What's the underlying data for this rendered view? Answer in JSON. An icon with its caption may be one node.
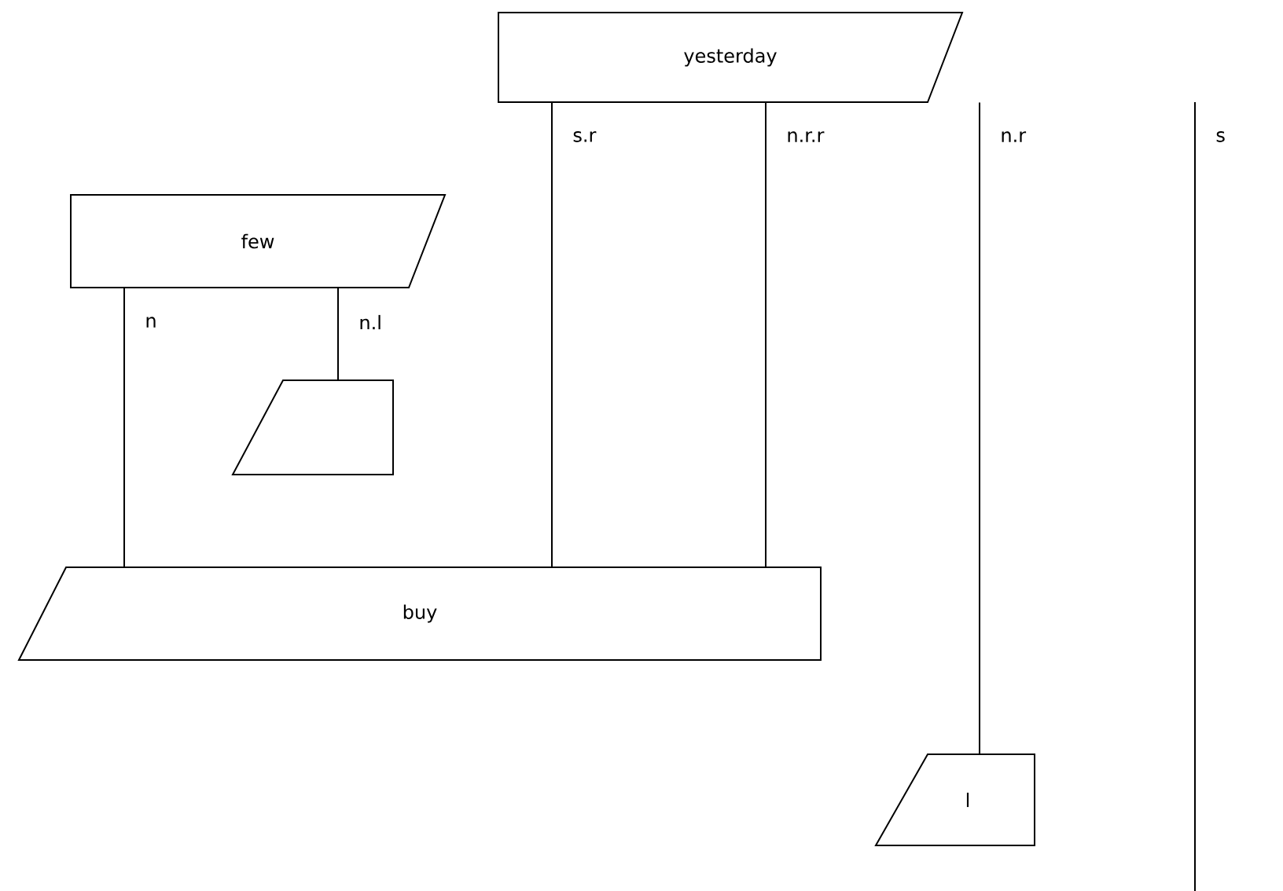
{
  "diagram": {
    "nodes": [
      {
        "text": [
          "yesterday"
        ]
      },
      {
        "text": [
          "few"
        ]
      },
      {
        "text": [],
        "shape": "box"
      },
      {
        "text": [
          "buy"
        ]
      },
      {
        "text": [
          "l"
        ]
      }
    ],
    "edges": [
      {
        "from": 0,
        "to": 3,
        "arrow": "none",
        "label": "s.r"
      },
      {
        "from": 0,
        "to": 3,
        "arrow": "none",
        "label": "n.r.r"
      },
      {
        "from": 0,
        "to": 4,
        "arrow": "none",
        "label": "n.r"
      },
      {
        "from": 1,
        "to": 3,
        "arrow": "none",
        "label": "n"
      },
      {
        "from": 1,
        "to": 2,
        "arrow": "none",
        "label": "n.l"
      }
    ],
    "labels": [
      "s"
    ]
  }
}
